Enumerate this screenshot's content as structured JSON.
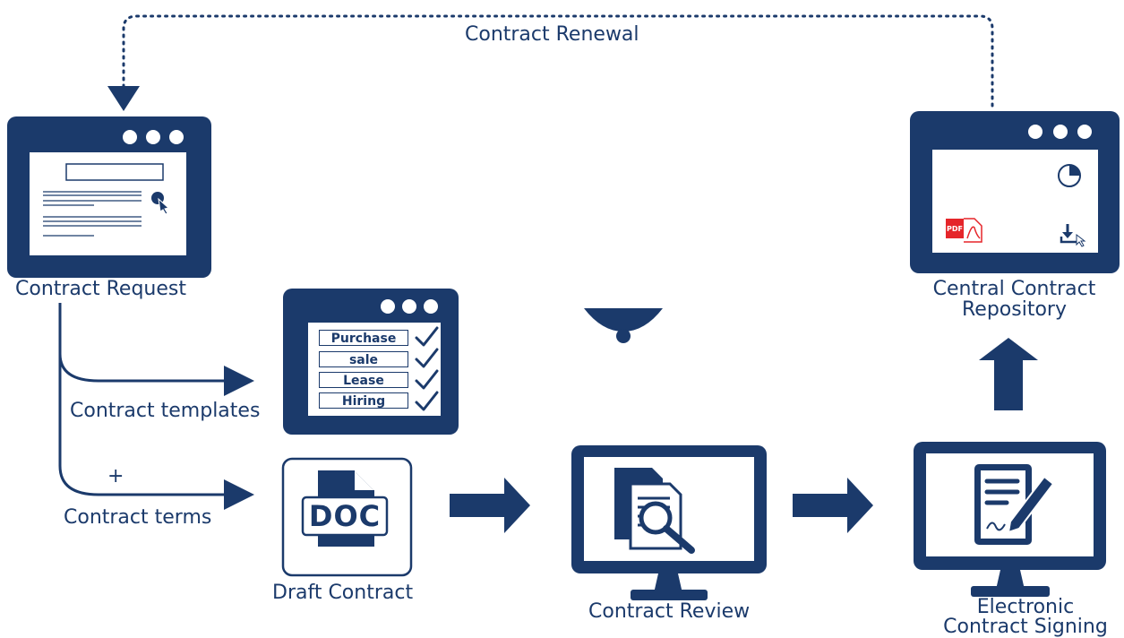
{
  "colors": {
    "primary": "#1b3a6b",
    "pdf_red": "#e5252a",
    "background": "#ffffff"
  },
  "labels": {
    "renewal": "Contract Renewal",
    "request": "Contract Request",
    "templates": "Contract templates",
    "plus": "+",
    "terms": "Contract terms",
    "draft": "Draft Contract",
    "review": "Contract Review",
    "signing_line1": "Electronic",
    "signing_line2": "Contract Signing",
    "repository_line1": "Central Contract",
    "repository_line2": "Repository"
  },
  "templates": [
    "Purchase",
    "sale",
    "Lease",
    "Hiring"
  ],
  "doc_badge": "DOC",
  "pdf_badge": "PDF",
  "icons": [
    "search-cursor-icon",
    "checkmark-icon",
    "document-icon",
    "magnifier-icon",
    "signature-icon",
    "pie-chart-icon",
    "download-icon",
    "pdf-icon"
  ]
}
